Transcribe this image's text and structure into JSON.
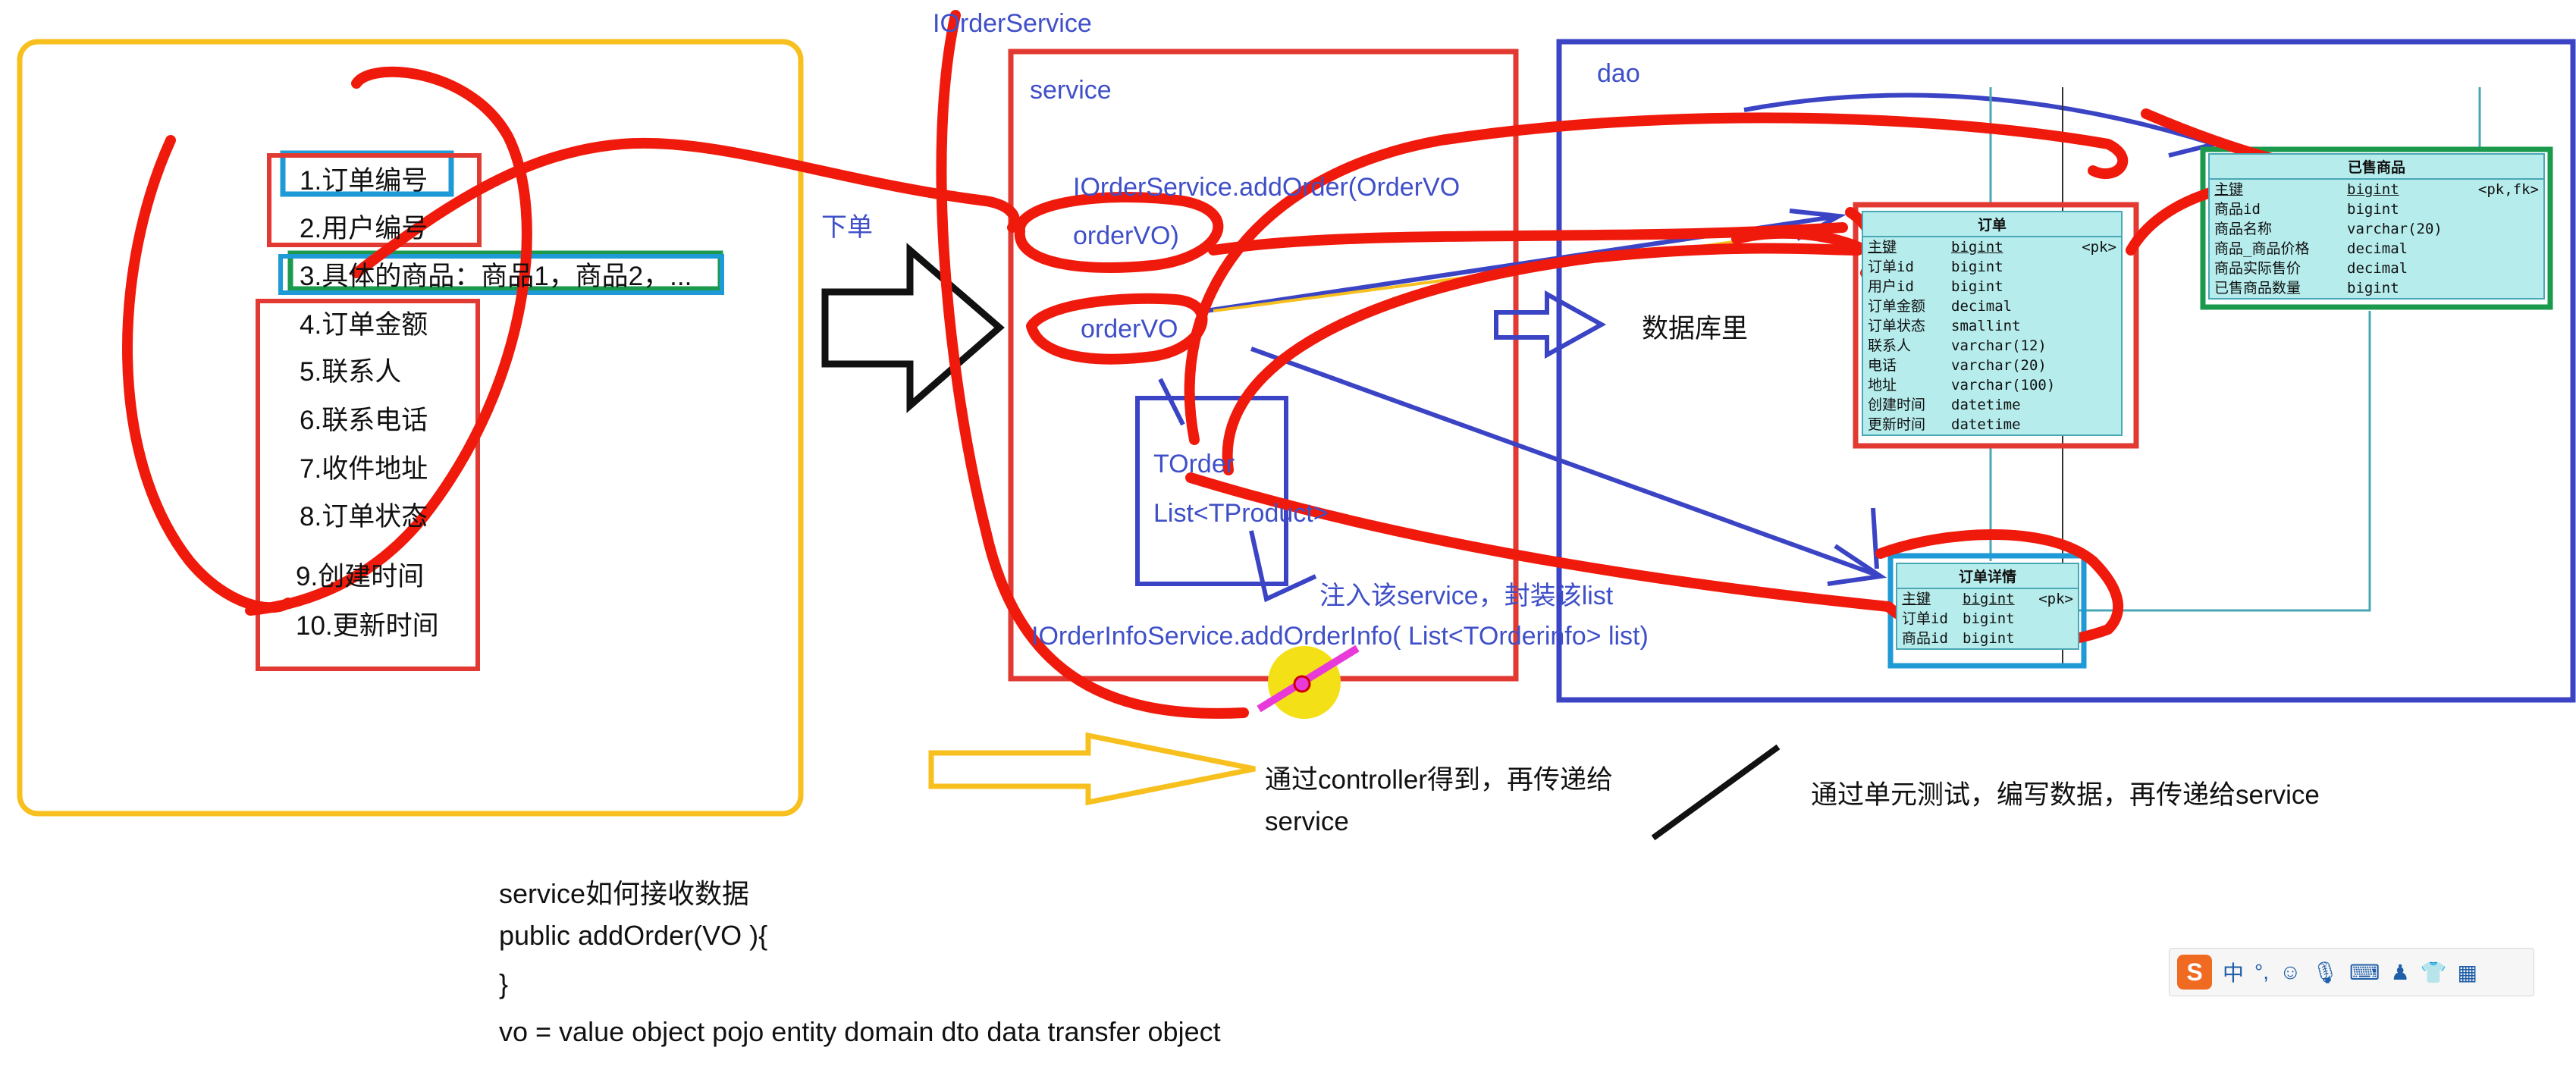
{
  "order_fields": [
    "1.订单编号",
    "2.用户编号",
    "3.具体的商品：商品1，商品2，...",
    "4.订单金额",
    "5.联系人",
    "6.联系电话",
    "7.收件地址",
    "8.订单状态",
    "9.创建时间",
    "10.更新时间"
  ],
  "labels": {
    "ioservice": "IOrderService",
    "place_order": "下单",
    "service": "service",
    "add_order_a": "IOrderService.addOrder(OrderVO",
    "add_order_b": "orderVO)",
    "ordervo": "orderVO",
    "torder": "TOrder",
    "tproduct": "List<TProduct>",
    "inject": "注入该service，封装该list",
    "add_orderinfo": "IOrderInfoService.addOrderInfo( List<TOrderinfo> list)",
    "dao": "dao",
    "database": "数据库里",
    "controller_line1": "通过controller得到，再传递给",
    "controller_line2": "service",
    "unit_test": "通过单元测试，编写数据，再传递给service"
  },
  "code": {
    "line1": "service如何接收数据",
    "line2": "public  addOrder(VO ){",
    "line3": "}",
    "line4": " vo  =  value object   pojo   entity   domain    dto  data transfer object"
  },
  "tables": {
    "order": {
      "title": "订单",
      "rows": [
        {
          "name": "主键",
          "type": "bigint",
          "key": "<pk>"
        },
        {
          "name": "订单id",
          "type": "bigint",
          "key": ""
        },
        {
          "name": "用户id",
          "type": "bigint",
          "key": ""
        },
        {
          "name": "订单金额",
          "type": "decimal",
          "key": ""
        },
        {
          "name": "订单状态",
          "type": "smallint",
          "key": ""
        },
        {
          "name": "联系人",
          "type": "varchar(12)",
          "key": ""
        },
        {
          "name": "电话",
          "type": "varchar(20)",
          "key": ""
        },
        {
          "name": "地址",
          "type": "varchar(100)",
          "key": ""
        },
        {
          "name": "创建时间",
          "type": "datetime",
          "key": ""
        },
        {
          "name": "更新时间",
          "type": "datetime",
          "key": ""
        }
      ]
    },
    "sold": {
      "title": "已售商品",
      "rows": [
        {
          "name": "主键",
          "type": "bigint",
          "key": "<pk,fk>"
        },
        {
          "name": "商品id",
          "type": "bigint",
          "key": ""
        },
        {
          "name": "商品名称",
          "type": "varchar(20)",
          "key": ""
        },
        {
          "name": "商品_商品价格",
          "type": "decimal",
          "key": ""
        },
        {
          "name": "商品实际售价",
          "type": "decimal",
          "key": ""
        },
        {
          "name": "已售商品数量",
          "type": "bigint",
          "key": ""
        }
      ]
    },
    "detail": {
      "title": "订单详情",
      "rows": [
        {
          "name": "主键",
          "type": "bigint",
          "key": "<pk>"
        },
        {
          "name": "订单id",
          "type": "bigint",
          "key": ""
        },
        {
          "name": "商品id",
          "type": "bigint",
          "key": ""
        }
      ]
    }
  },
  "toolbar": {
    "logo": "S",
    "lang": "中",
    "punct": "°,"
  },
  "colors": {
    "annotation_red": "#f01a0c",
    "frame_yellow": "#f7c01e",
    "frame_blue": "#3b44c4",
    "frame_red": "#e23a32",
    "green": "#1b9a4e",
    "cyan": "#1e9ad6"
  }
}
